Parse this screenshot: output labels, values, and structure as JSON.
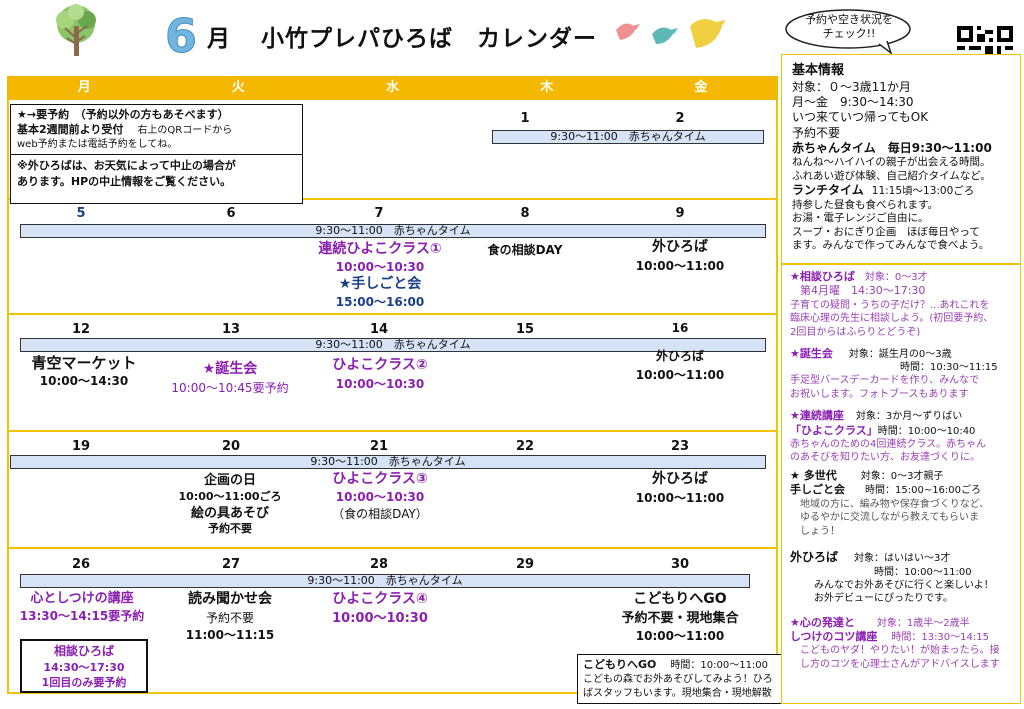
{
  "header": {
    "month_num": "6",
    "month_label": "月",
    "title": "小竹プレパひろば　カレンダー",
    "bubble": "予約や空き状況をチェック!!"
  },
  "weekdays": [
    "月",
    "火",
    "水",
    "木",
    "金"
  ],
  "band_text": "9:30～11:00　赤ちゃんタイム",
  "notice": {
    "l1": "★→要予約　（予約以外の方もあそべます）",
    "l2": "基本2週間前より受付",
    "l3": "右上のQRコードから",
    "l4": "web予約または電話予約をしてね。",
    "l5": "※外ひろばは、お天気によって中止の場合が",
    "l6": "あります。HPの中止情報をご覧ください。"
  },
  "week1": {
    "thu": "1",
    "fri": "2"
  },
  "week2": {
    "mon": "5",
    "tue": "6",
    "wed": "7",
    "thu": "8",
    "fri": "9",
    "wed_e1": "連続ひよこクラス①",
    "wed_t1": "10:00～10:30",
    "wed_e2": "★手しごと会",
    "wed_t2": "15:00～16:00",
    "thu_e1": "食の相談DAY",
    "fri_e1": "外ひろば",
    "fri_t1": "10:00～11:00"
  },
  "week3": {
    "mon": "12",
    "tue": "13",
    "wed": "14",
    "thu": "15",
    "fri": "16",
    "mon_e1": "青空マーケット",
    "mon_t1": "10:00～14:30",
    "tue_e1": "★誕生会",
    "tue_t1": "10:00～10:45要予約",
    "wed_e1": "ひよこクラス②",
    "wed_t1": "10:00～10:30",
    "fri_e1": "外ひろば",
    "fri_t1": "10:00～11:00"
  },
  "week4": {
    "mon": "19",
    "tue": "20",
    "wed": "21",
    "thu": "22",
    "fri": "23",
    "tue_e1": "企画の日",
    "tue_t1": "10:00～11:00ごろ",
    "tue_e2": "絵の具あそび",
    "tue_t2": "予約不要",
    "wed_e1": "ひよこクラス③",
    "wed_t1": "10:00～10:30",
    "wed_e2": "（食の相談DAY）",
    "fri_e1": "外ひろば",
    "fri_t1": "10:00～11:00"
  },
  "week5": {
    "mon": "26",
    "tue": "27",
    "wed": "28",
    "thu": "29",
    "fri": "30",
    "mon_e1": "心としつけの講座",
    "mon_t1": "13:30～14:15要予約",
    "mon_box_t": "相談ひろば",
    "mon_box_1": "14:30～17:30",
    "mon_box_2": "1回目のみ要予約",
    "tue_e1": "読み聞かせ会",
    "tue_t1": "予約不要",
    "tue_t2": "11:00～11:15",
    "wed_e1": "ひよこクラス④",
    "wed_t1": "10:00～10:30",
    "fri_e1": "こどもりへGO",
    "fri_t1": "予約不要・現地集合",
    "fri_t2": "10:00～11:00",
    "kodo_t": "こどもりへGO",
    "kodo_time": "時間：10:00～11:00",
    "kodo_1": "こどもの森でお外あそびしてみよう！ひろ",
    "kodo_2": "ばスタッフもいます。現地集合・現地解散"
  },
  "side1": {
    "title": "基本情報",
    "l1": "対象：０～3歳11か月",
    "l2": "月～金　9:30～14:30",
    "l3": "いつ来ていつ帰ってもOK",
    "l4": "予約不要",
    "baby_t": "赤ちゃんタイム　毎日9:30～11:00",
    "baby_1": "ねんね～ハイハイの親子が出会える時間。",
    "baby_2": "ふれあい遊び体験、自己紹介タイムなど。",
    "lunch_t": "ランチタイム",
    "lunch_time": "11:15頃～13:00ごろ",
    "lunch_1": "持参した昼食も食べられます。",
    "lunch_2": "お湯・電子レンジご自由に。",
    "lunch_3": "スープ・おにぎり企画　ほぼ毎日やって",
    "lunch_4": "ます。みんなで作ってみんなで食べよう。"
  },
  "side2": {
    "s_t": "★相談ひろば",
    "s_tg": "対象：0～3才",
    "s_tm": "第4月曜　14:30～17:30",
    "s_1": "子育ての疑問・うちの子だけ？...あれこれを",
    "s_2": "臨床心理の先生に相談しよう。(初回要予約、",
    "s_3": "2回目からはふらりとどうぞ)",
    "b_t": "★誕生会",
    "b_tg": "対象：誕生月の0～3歳",
    "b_tm": "時間：10:30～11:15",
    "b_1": "手足型バースデーカードを作り、みんなで",
    "b_2": "お祝いします。フォトブースもあります",
    "h_t": "★連続講座",
    "h_tg": "対象：3か月～ずりばい",
    "h_t2": "「ひよこクラス」",
    "h_tm": "時間：10:00～10:40",
    "h_1": "赤ちゃんのための4回連続クラス。赤ちゃん",
    "h_2": "のあそびを知りたい方、お友達づくりに。",
    "m_t": "★ 多世代",
    "m_tg": "対象：0～3才親子",
    "m_t2": "手しごと会",
    "m_tm": "時間：15:00~16:00ごろ",
    "m_1": "地域の方に、編み物や保存食づくりなど、",
    "m_2": "ゆるやかに交流しながら教えてもらいま",
    "m_3": "しょう！",
    "o_t": "外ひろば",
    "o_tg": "対象：はいはい～3才",
    "o_tm": "時間：10:00～11:00",
    "o_1": "みんなでお外あそびに行くと楽しいよ！",
    "o_2": "お外デビューにぴったりです。",
    "k_t": "★心の発達と",
    "k_tg": "対象：1歳半～2歳半",
    "k_t2": "しつけのコツ講座",
    "k_tm": "時間：13:30～14:15",
    "k_1": "こどものヤダ！やりたい！が始まったら。接",
    "k_2": "し方のコツを心理士さんがアドバイスします"
  }
}
